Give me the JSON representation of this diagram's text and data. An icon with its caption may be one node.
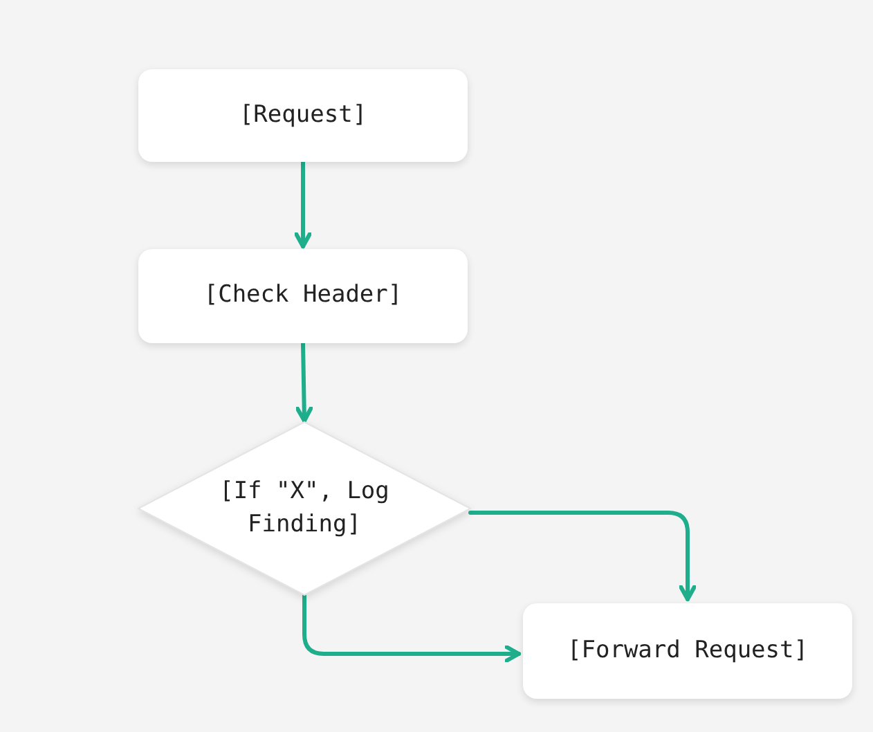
{
  "diagram": {
    "nodes": [
      {
        "text": [
          "[Request]"
        ]
      },
      {
        "text": [
          "[Check Header]"
        ]
      },
      {
        "text": [
          "[If \"X\", Log Finding]"
        ]
      },
      {
        "text": [
          "[Forward Request]"
        ]
      }
    ],
    "edges": [
      {
        "from": 0,
        "to": 1,
        "arrow": "to"
      },
      {
        "from": 1,
        "to": 2,
        "arrow": "to"
      },
      {
        "from": 2,
        "to": 3,
        "arrow": "to"
      },
      {
        "from": 2,
        "to": 3,
        "arrow": "to"
      }
    ]
  }
}
